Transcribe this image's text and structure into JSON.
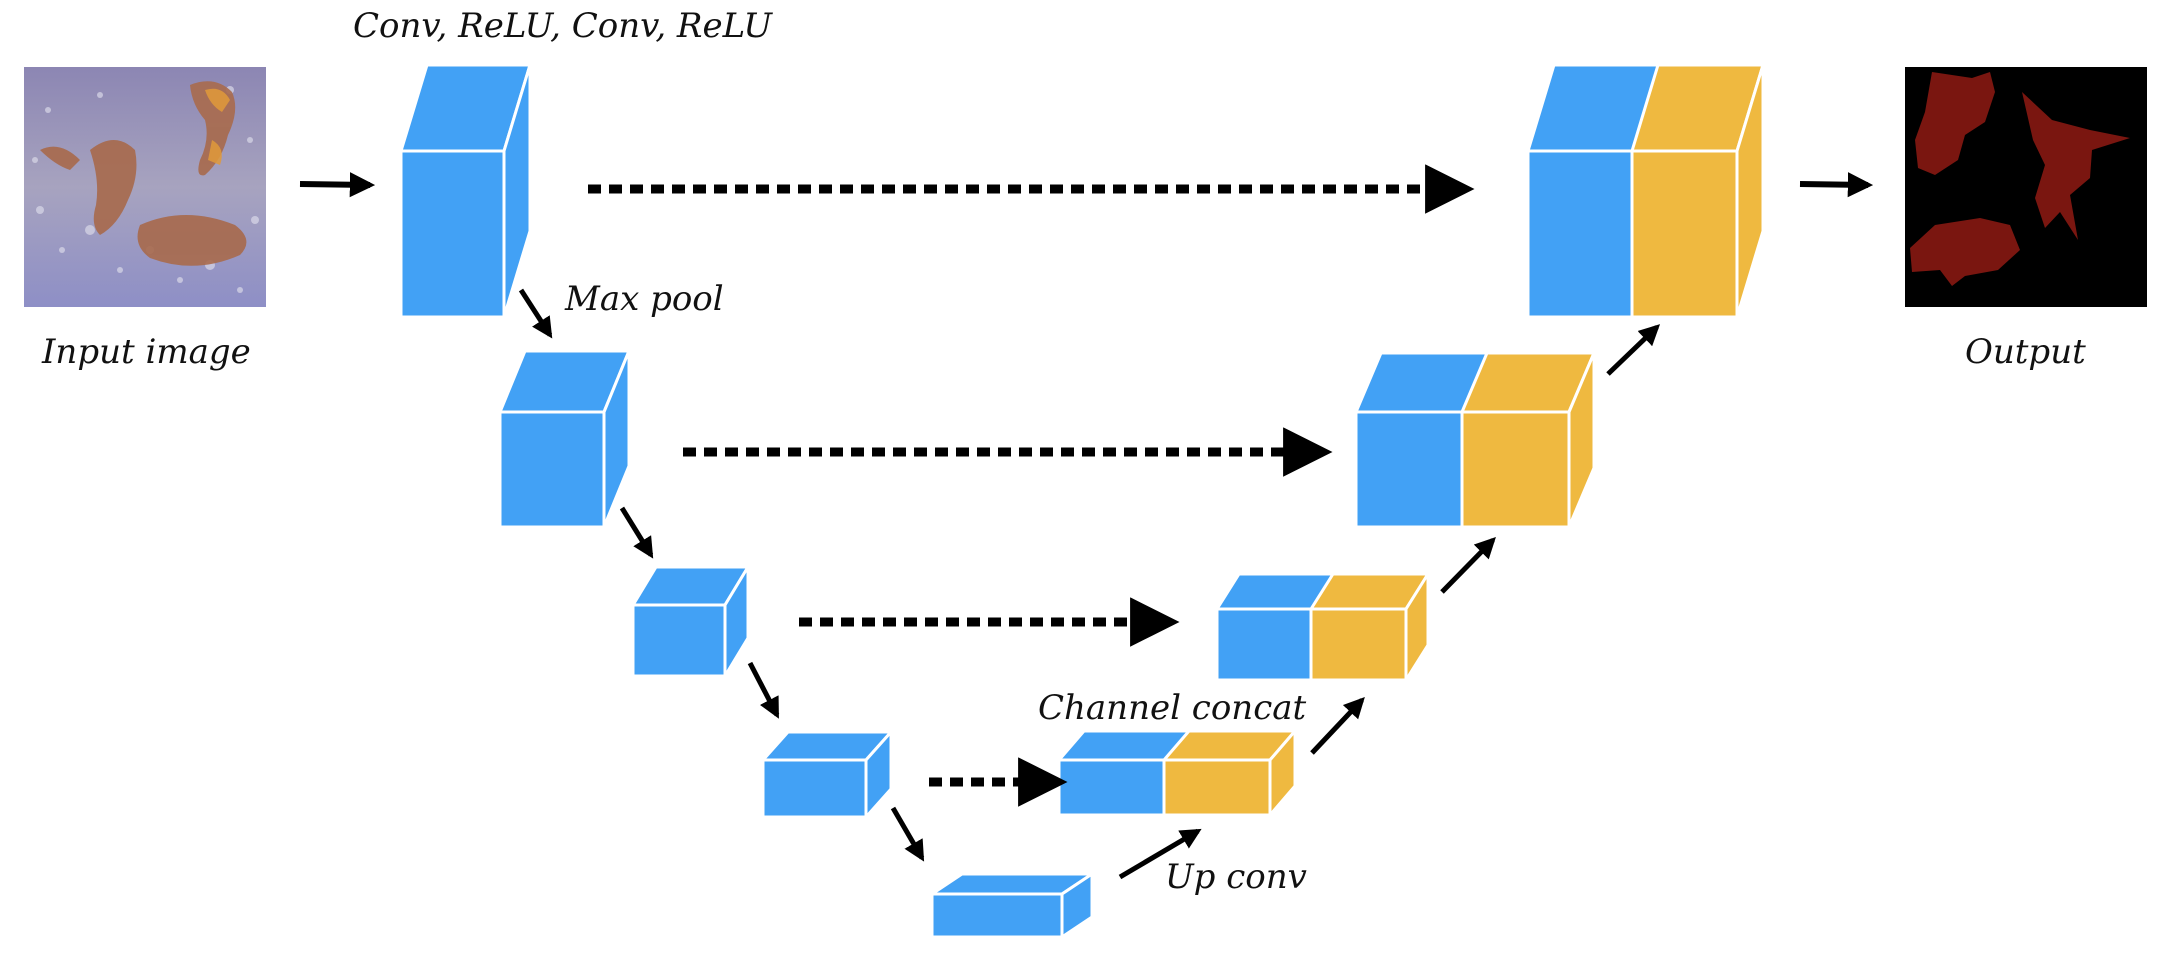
{
  "labels": {
    "layer_ops": "Conv, ReLU, Conv, ReLU",
    "max_pool": "Max pool",
    "input": "Input image",
    "output": "Output",
    "concat": "Channel concat",
    "up_conv": "Up conv"
  },
  "colors": {
    "encoder": "#42a1f5",
    "decoder": "#efb940",
    "arrow": "#000000",
    "mask": "#7a1610",
    "output_bg": "#000000"
  },
  "icons": {
    "input": "input-image-animals",
    "output": "segmentation-mask"
  }
}
